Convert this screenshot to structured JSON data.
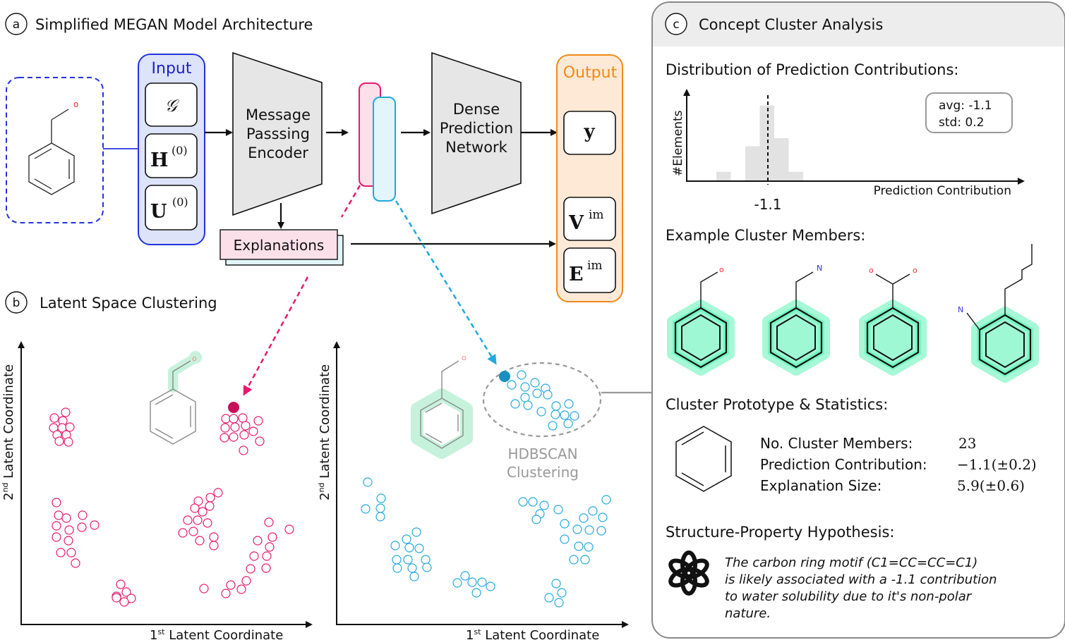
{
  "panel_a": {
    "letter": "a",
    "title": "Simplified MEGAN Model Architecture",
    "input_label": "Input",
    "input_items": [
      "𝒢",
      "H",
      "U"
    ],
    "input_superscript": "(0)",
    "encoder_lines": [
      "Message",
      "Passsing",
      "Encoder"
    ],
    "dense_lines": [
      "Dense",
      "Prediction",
      "Network"
    ],
    "explanations_label": "Explanations",
    "output_label": "Output",
    "output_y": "y",
    "output_v": "V",
    "output_e": "E",
    "output_superscript": "im",
    "molecule_atom": "o"
  },
  "panel_b": {
    "letter": "b",
    "title": "Latent Space Clustering",
    "y_axis_prefix": "2",
    "y_axis_sup": "nd",
    "y_axis_text": " Latent Coordinate",
    "x_axis_prefix": "1",
    "x_axis_sup": "st",
    "x_axis_text": " Latent Coordinate",
    "hdbscan_lines": [
      "HDBSCAN",
      "Clustering"
    ]
  },
  "panel_c": {
    "letter": "c",
    "title": "Concept Cluster Analysis",
    "distribution_title": "Distribution of Prediction Contributions:",
    "y_axis_label": "#Elements",
    "x_axis_label": "Prediction Contribution",
    "mean_tick": "-1.1",
    "stats_avg": "avg: -1.1",
    "stats_std": "std:   0.2",
    "examples_title": "Example Cluster Members:",
    "example_atoms": [
      "o",
      "N",
      "o",
      "o",
      "N"
    ],
    "prototype_title": "Cluster Prototype & Statistics:",
    "stats_rows": [
      {
        "label": "No. Cluster Members:",
        "value": "23"
      },
      {
        "label": "Prediction Contribution:",
        "value": "−1.1(±0.2)"
      },
      {
        "label": "Explanation Size:",
        "value": "5.9(±0.6)"
      }
    ],
    "hypothesis_title": "Structure-Property Hypothesis:",
    "hypothesis_lines": [
      "The carbon ring motif (C1=CC=CC=C1)",
      "is likely associated with a -1.1 contribution",
      "to water solubility due to it's non-polar",
      "nature."
    ]
  },
  "chart_data": {
    "type": "bar",
    "xlabel": "Prediction Contribution",
    "ylabel": "#Elements",
    "mean": -1.1,
    "std": 0.2,
    "bar_heights_relative": [
      0.08,
      0,
      0.3,
      0.65,
      0.37,
      0.08
    ]
  },
  "colors": {
    "input_border": "#2233dd",
    "input_fill": "#dde3f8",
    "input_title": "#1a22cc",
    "output_border": "#f08a18",
    "output_fill": "#fde9d6",
    "output_title": "#f08a18",
    "pink": "#e8196e",
    "pink_fill": "#fbe0ea",
    "cyan": "#21a8e0",
    "cyan_fill": "#e1f5fb",
    "teal_glow": "#5ff0c0",
    "oxygen": "#e33",
    "nitrogen": "#33d"
  }
}
